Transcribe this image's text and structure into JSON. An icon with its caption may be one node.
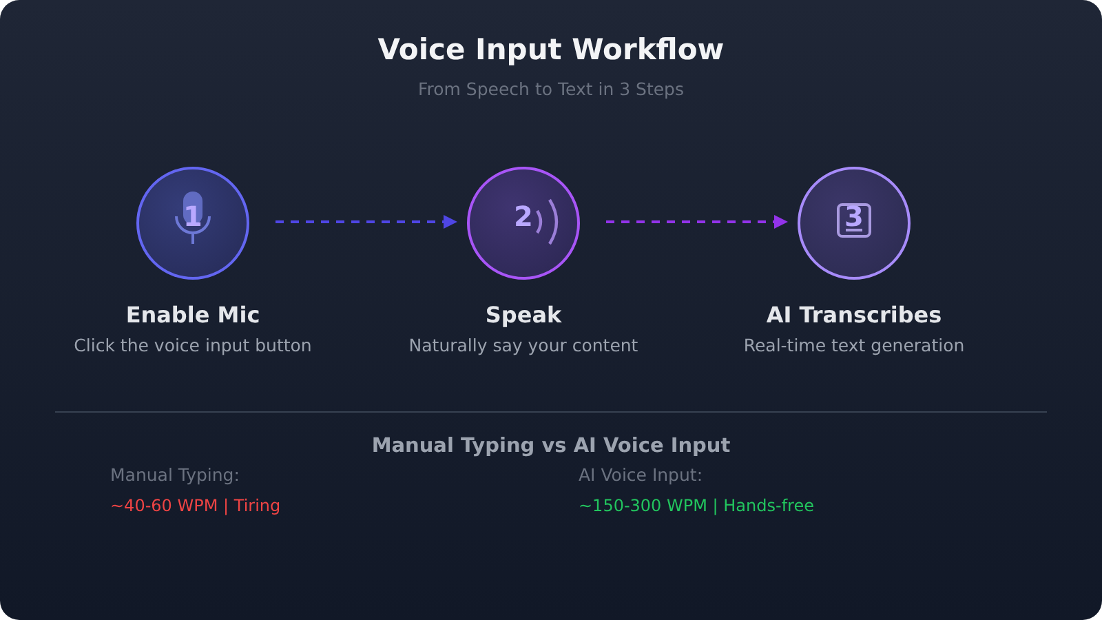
{
  "diagram": {
    "title": "Voice Input Workflow",
    "caption": "From Speech to Text in 3 Steps",
    "nodes": [
      {
        "text": [
          "1",
          "Enable Mic",
          "Click the voice input button"
        ]
      },
      {
        "text": [
          "2",
          "Speak",
          "Naturally say your content"
        ]
      },
      {
        "text": [
          "3",
          "AI Transcribes",
          "Real-time text generation"
        ]
      }
    ],
    "edges": [
      {
        "from": 0,
        "to": 1,
        "arrow": "to",
        "style": "dashed",
        "color": "#4f46e5"
      },
      {
        "from": 1,
        "to": 2,
        "arrow": "to",
        "style": "dashed",
        "color": "#9333ea"
      }
    ],
    "labels": [
      "Manual Typing vs AI Voice Input",
      "Manual Typing:",
      "AI Voice Input:",
      "~40-60 WPM | Tiring",
      "~150-300 WPM | Hands-free"
    ]
  }
}
